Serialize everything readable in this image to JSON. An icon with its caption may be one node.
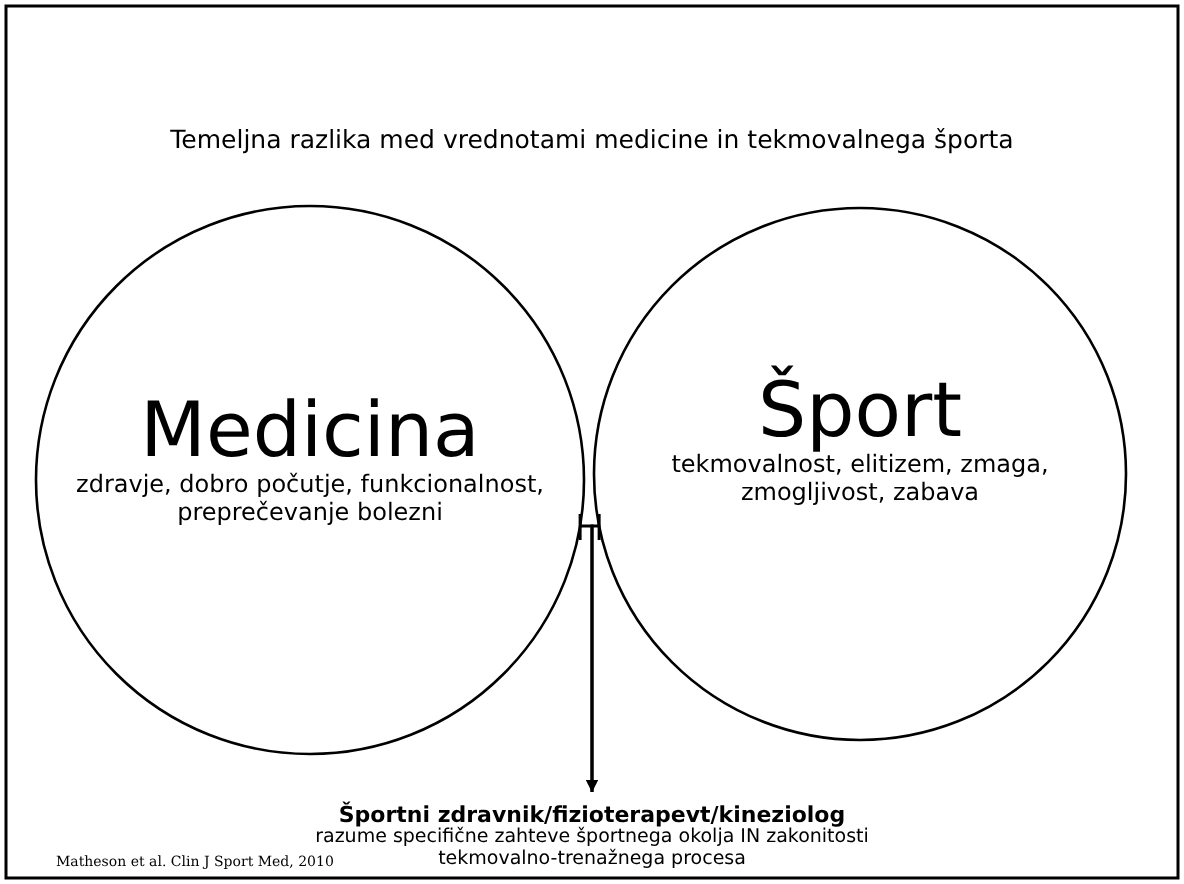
{
  "diagram": {
    "title": "Temeljna razlika med vrednotami medicine in tekmovalnega športa",
    "nodes": [
      {
        "text": [
          "Medicina",
          "zdravje, dobro počutje, funkcionalnost, preprečevanje bolezni"
        ]
      },
      {
        "text": [
          "Šport",
          "tekmovalnost, elitizem, zmaga, zmogljivost, zabava"
        ]
      },
      {
        "text": [
          "Športni zdravnik/fizioterapevt/kineziolog",
          "razume specifične zahteve športnega okolja IN zakonitosti tekmovalno-trenažnega procesa"
        ]
      }
    ],
    "edges": [
      {
        "from": 0,
        "to": 2,
        "arrow": "to"
      },
      {
        "from": 1,
        "to": 2,
        "arrow": "to"
      }
    ],
    "labels": [
      "Matheson et al. Clin J Sport Med, 2010"
    ]
  }
}
